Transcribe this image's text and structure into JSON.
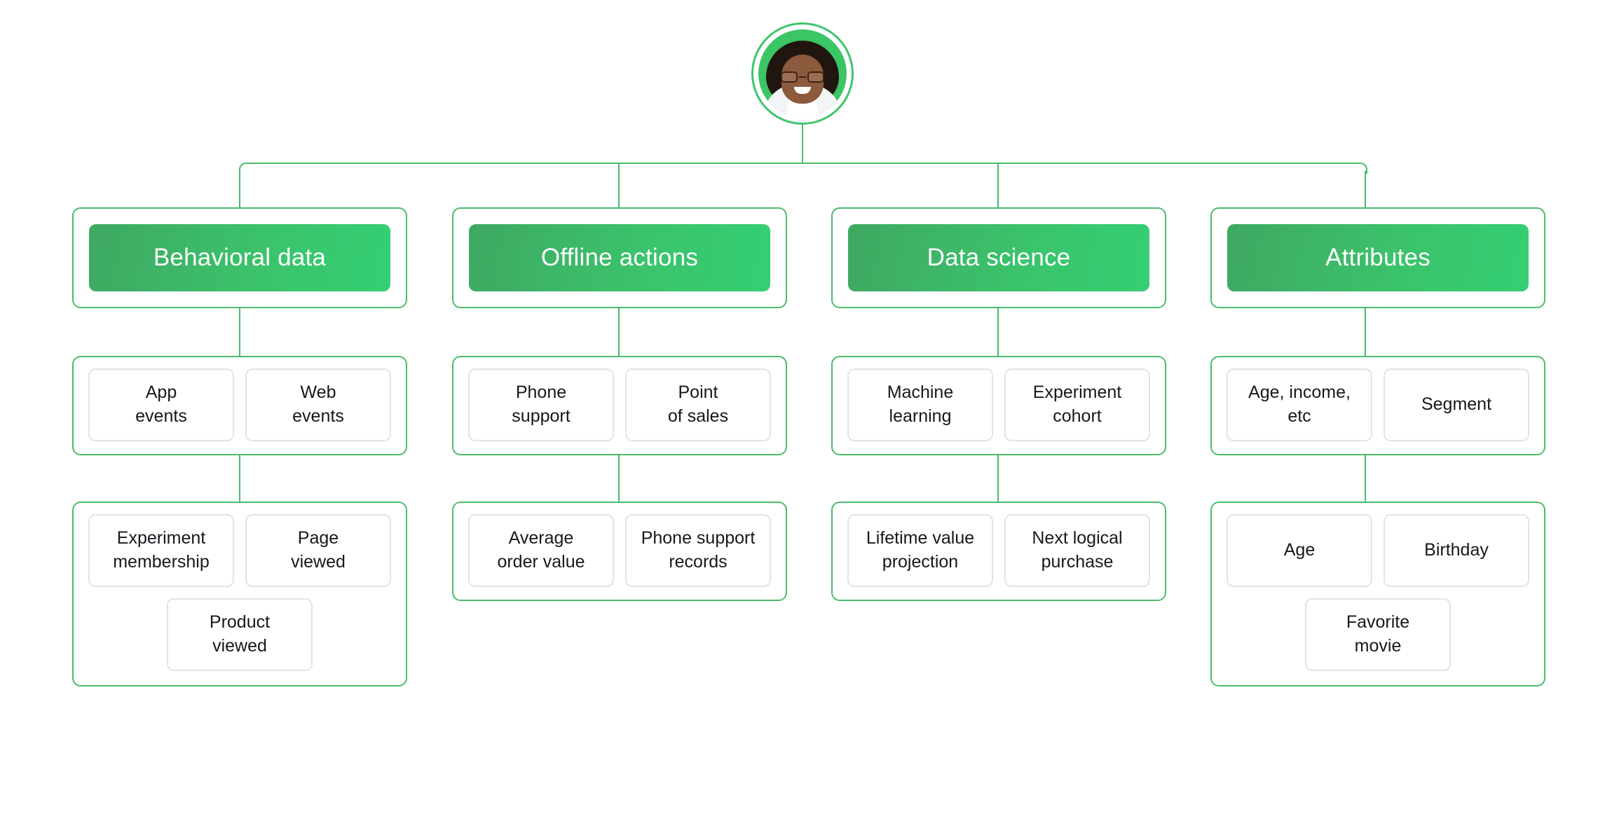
{
  "diagram": {
    "root": {
      "icon_name": "user-avatar",
      "alt": "Customer profile photo"
    },
    "columns": [
      {
        "id": "behavioral-data",
        "title": "Behavioral data",
        "groups": [
          {
            "items": [
              "App\nevents",
              "Web\nevents"
            ]
          },
          {
            "items": [
              "Experiment\nmembership",
              "Page\nviewed",
              "Product\nviewed"
            ]
          }
        ]
      },
      {
        "id": "offline-actions",
        "title": "Offline actions",
        "groups": [
          {
            "items": [
              "Phone\nsupport",
              "Point\nof sales"
            ]
          },
          {
            "items": [
              "Average\norder value",
              "Phone support\nrecords"
            ]
          }
        ]
      },
      {
        "id": "data-science",
        "title": "Data science",
        "groups": [
          {
            "items": [
              "Machine\nlearning",
              "Experiment\ncohort"
            ]
          },
          {
            "items": [
              "Lifetime value\nprojection",
              "Next logical\npurchase"
            ]
          }
        ]
      },
      {
        "id": "attributes",
        "title": "Attributes",
        "groups": [
          {
            "items": [
              "Age, income,\netc",
              "Segment"
            ]
          },
          {
            "items": [
              "Age",
              "Birthday",
              "Favorite\nmovie"
            ]
          }
        ]
      }
    ]
  },
  "colors": {
    "border_green": "#4cba6c",
    "pill_gradient_start": "#3fa862",
    "pill_gradient_end": "#35cf73",
    "item_border": "#e1e4e8",
    "text": "#15191d",
    "background": "#ffffff"
  }
}
